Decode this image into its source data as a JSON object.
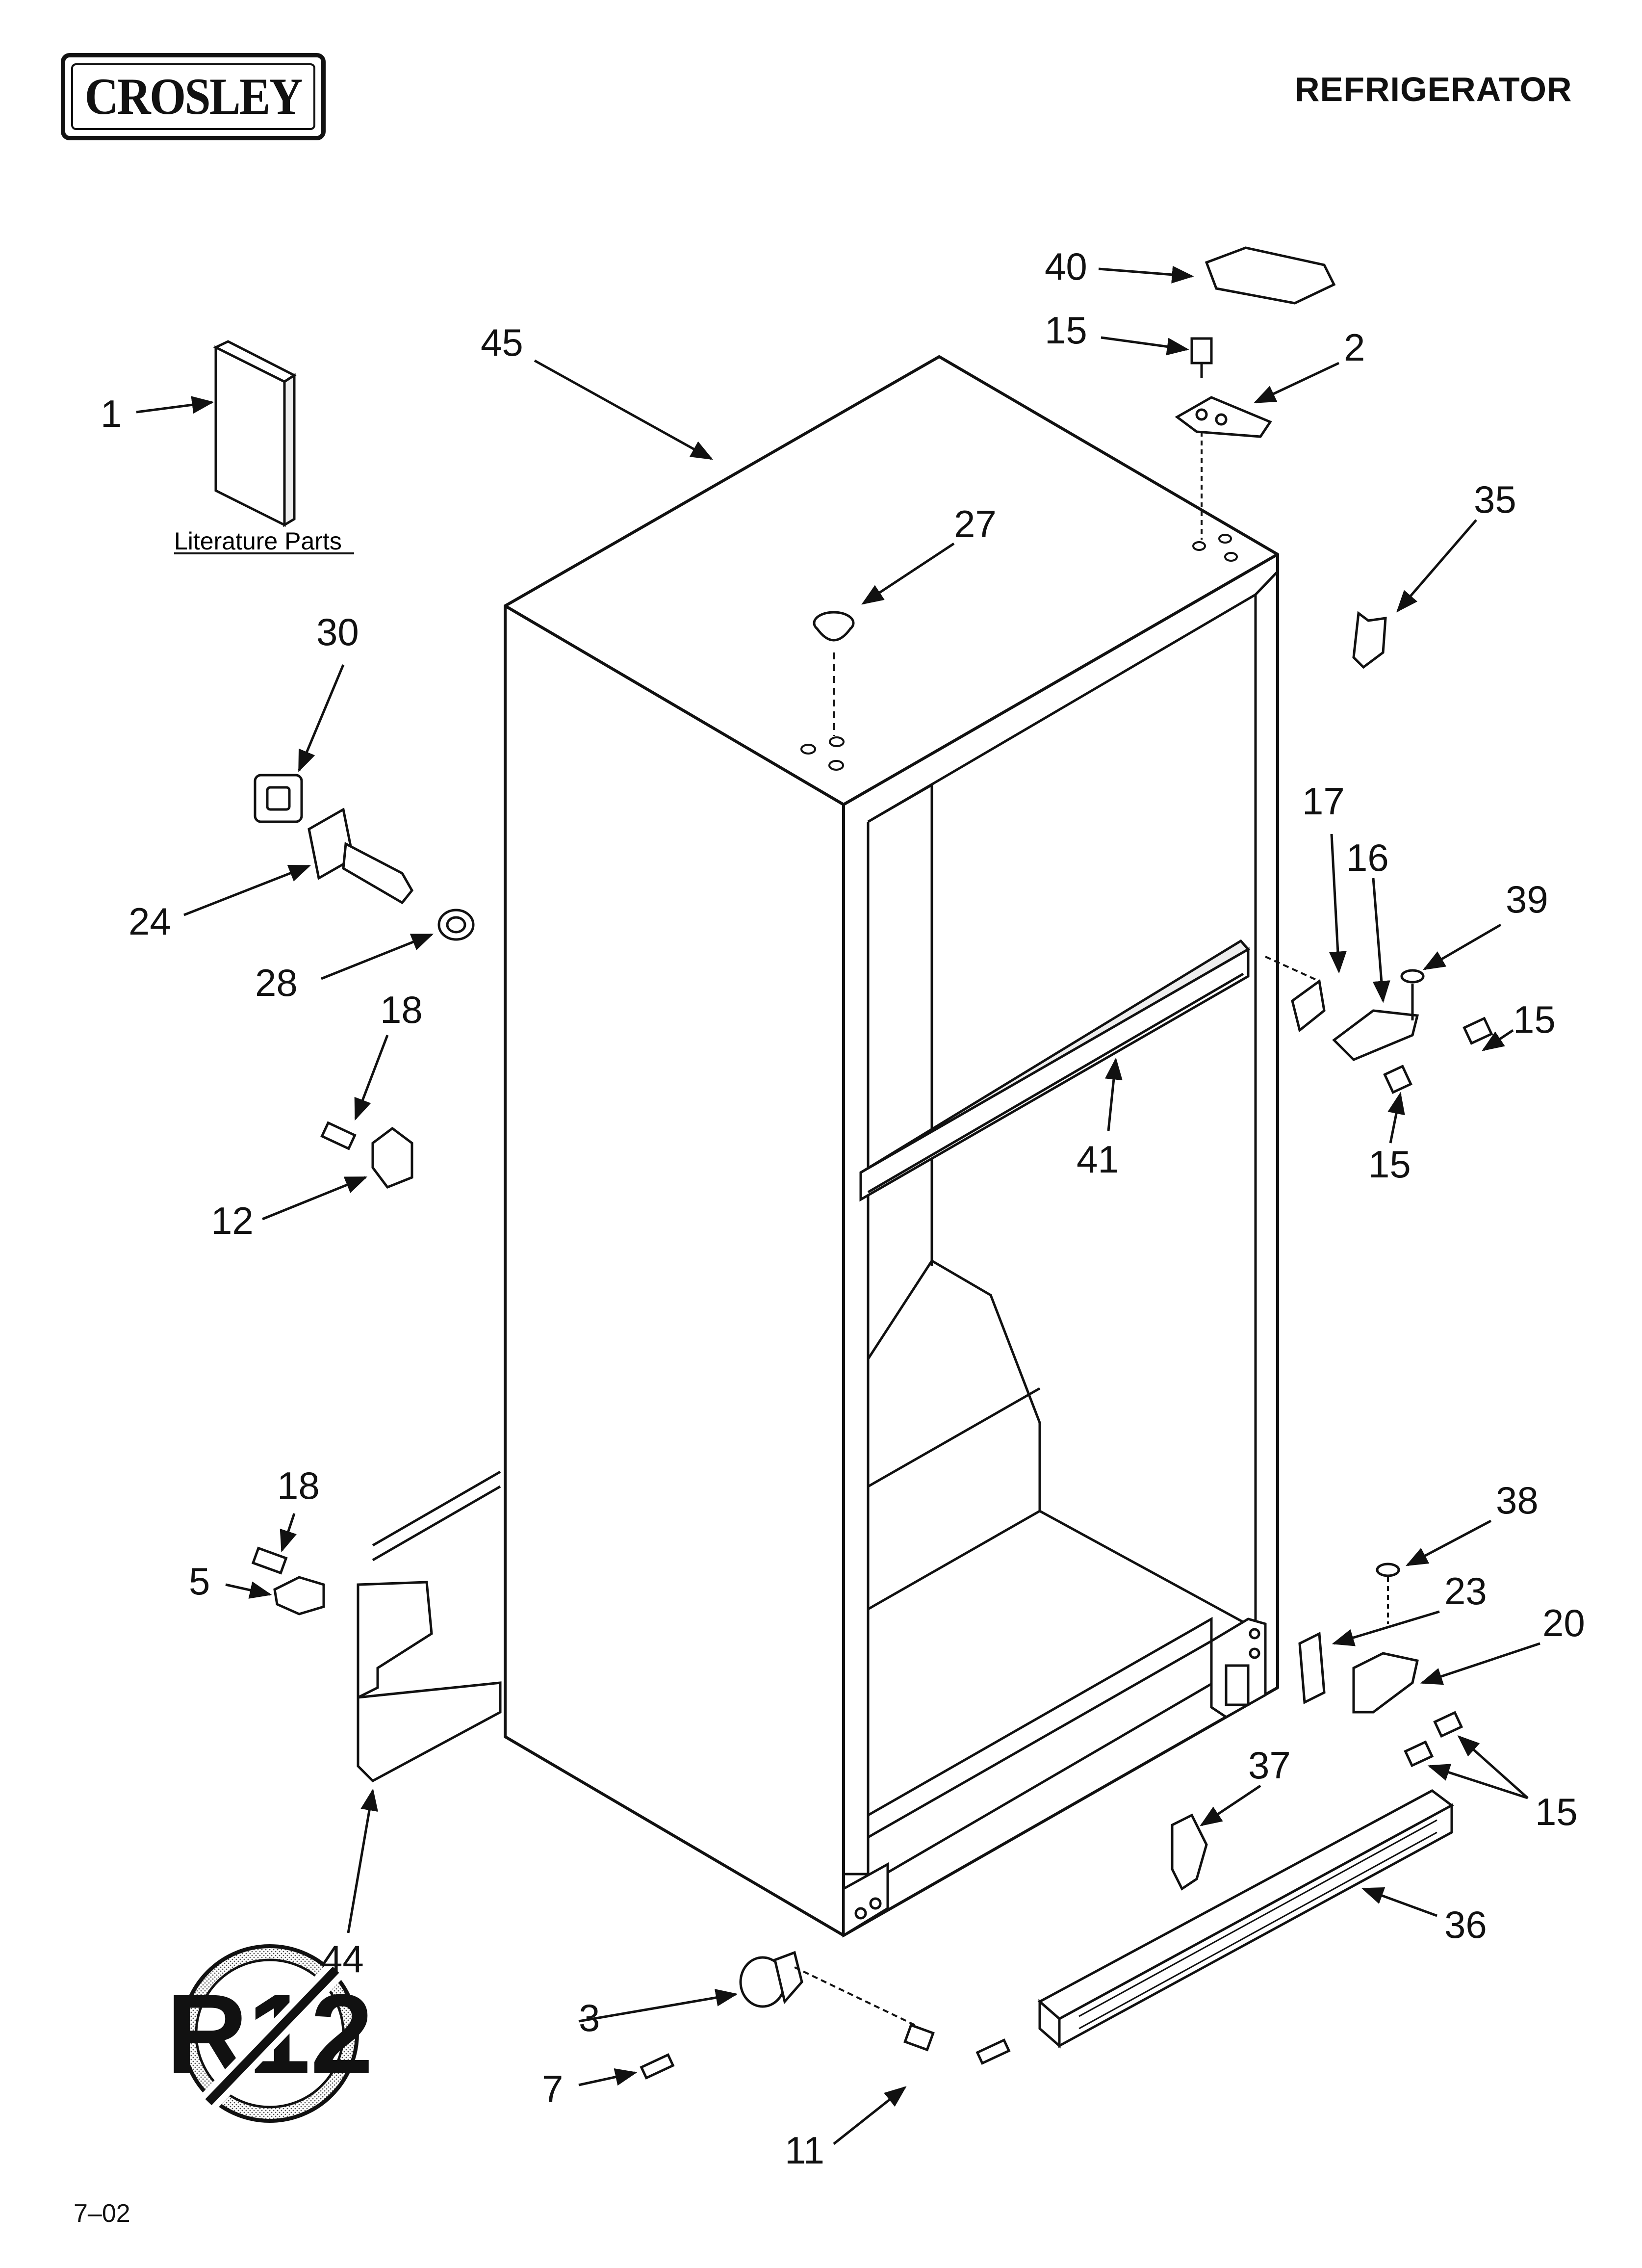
{
  "header": {
    "brand": "CROSLEY",
    "title": "REFRIGERATOR"
  },
  "literature_caption": "Literature Parts",
  "badge_text": "R12",
  "footer": "7–02",
  "callouts": [
    {
      "id": "c1",
      "label": "1"
    },
    {
      "id": "c45",
      "label": "45"
    },
    {
      "id": "c40",
      "label": "40"
    },
    {
      "id": "c15a",
      "label": "15"
    },
    {
      "id": "c2",
      "label": "2"
    },
    {
      "id": "c35",
      "label": "35"
    },
    {
      "id": "c27",
      "label": "27"
    },
    {
      "id": "c30",
      "label": "30"
    },
    {
      "id": "c24",
      "label": "24"
    },
    {
      "id": "c28",
      "label": "28"
    },
    {
      "id": "c18a",
      "label": "18"
    },
    {
      "id": "c12",
      "label": "12"
    },
    {
      "id": "c17",
      "label": "17"
    },
    {
      "id": "c16",
      "label": "16"
    },
    {
      "id": "c39",
      "label": "39"
    },
    {
      "id": "c15b",
      "label": "15"
    },
    {
      "id": "c15c",
      "label": "15"
    },
    {
      "id": "c41",
      "label": "41"
    },
    {
      "id": "c18b",
      "label": "18"
    },
    {
      "id": "c5",
      "label": "5"
    },
    {
      "id": "c38",
      "label": "38"
    },
    {
      "id": "c23",
      "label": "23"
    },
    {
      "id": "c20",
      "label": "20"
    },
    {
      "id": "c37",
      "label": "37"
    },
    {
      "id": "c15d",
      "label": "15"
    },
    {
      "id": "c44",
      "label": "44"
    },
    {
      "id": "c36",
      "label": "36"
    },
    {
      "id": "c3",
      "label": "3"
    },
    {
      "id": "c7",
      "label": "7"
    },
    {
      "id": "c11",
      "label": "11"
    }
  ]
}
